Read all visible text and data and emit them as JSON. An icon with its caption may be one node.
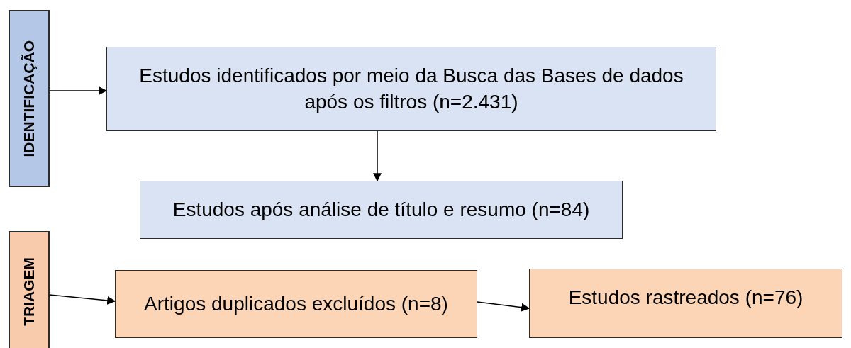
{
  "diagram": {
    "nodes": [
      {
        "text": [
          "IDENTIFICAÇÃO"
        ]
      },
      {
        "text": [
          "Estudos identificados por meio da Busca das Bases de dados após os filtros (n=2.431)"
        ]
      },
      {
        "text": [
          "Estudos após análise de título e resumo (n=84)"
        ]
      },
      {
        "text": [
          "TRIAGEM"
        ]
      },
      {
        "text": [
          "Artigos duplicados excluídos (n=8)"
        ]
      },
      {
        "text": [
          "Estudos rastreados (n=76)"
        ]
      }
    ],
    "edges": [
      {
        "from": 0,
        "to": 1,
        "arrow": "to"
      },
      {
        "from": 1,
        "to": 2,
        "arrow": "to"
      },
      {
        "from": 3,
        "to": 4,
        "arrow": "to"
      },
      {
        "from": 4,
        "to": 5,
        "arrow": "to"
      }
    ]
  }
}
